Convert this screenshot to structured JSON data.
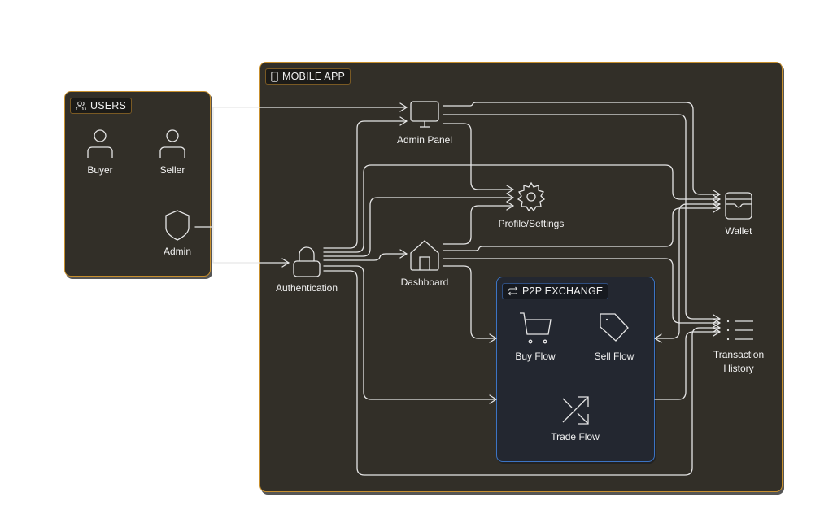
{
  "groups": {
    "users": {
      "label": "USERS",
      "icon": "users-icon"
    },
    "mobile_app": {
      "label": "MOBILE APP",
      "icon": "smartphone-icon"
    },
    "p2p_exchange": {
      "label": "P2P EXCHANGE",
      "icon": "repeat-icon"
    }
  },
  "nodes": {
    "buyer": {
      "label": "Buyer",
      "icon": "user-icon"
    },
    "seller": {
      "label": "Seller",
      "icon": "user-icon"
    },
    "admin": {
      "label": "Admin",
      "icon": "shield-icon"
    },
    "authentication": {
      "label": "Authentication",
      "icon": "lock-icon"
    },
    "admin_panel": {
      "label": "Admin Panel",
      "icon": "monitor-icon"
    },
    "profile_settings": {
      "label": "Profile/Settings",
      "icon": "gear-icon"
    },
    "dashboard": {
      "label": "Dashboard",
      "icon": "home-icon"
    },
    "wallet": {
      "label": "Wallet",
      "icon": "wallet-icon"
    },
    "transaction_history": {
      "label": "Transaction History",
      "line1": "Transaction",
      "line2": "History",
      "icon": "list-icon"
    },
    "buy_flow": {
      "label": "Buy Flow",
      "icon": "cart-icon"
    },
    "sell_flow": {
      "label": "Sell Flow",
      "icon": "tag-icon"
    },
    "trade_flow": {
      "label": "Trade Flow",
      "icon": "shuffle-icon"
    }
  },
  "edges": [
    {
      "from": "Admin",
      "to": "Admin Panel"
    },
    {
      "from": "Users",
      "to": "Authentication"
    },
    {
      "from": "Authentication",
      "to": "Admin Panel"
    },
    {
      "from": "Authentication",
      "to": "Profile/Settings"
    },
    {
      "from": "Authentication",
      "to": "Dashboard"
    },
    {
      "from": "Authentication",
      "to": "Wallet"
    },
    {
      "from": "Authentication",
      "to": "P2P Exchange"
    },
    {
      "from": "Authentication",
      "to": "Transaction History"
    },
    {
      "from": "Admin Panel",
      "to": "Profile/Settings"
    },
    {
      "from": "Admin Panel",
      "to": "Wallet"
    },
    {
      "from": "Admin Panel",
      "to": "Transaction History"
    },
    {
      "from": "Dashboard",
      "to": "Profile/Settings"
    },
    {
      "from": "Dashboard",
      "to": "Wallet"
    },
    {
      "from": "Dashboard",
      "to": "P2P Exchange"
    },
    {
      "from": "Dashboard",
      "to": "Transaction History"
    },
    {
      "from": "Wallet",
      "to": "P2P Exchange"
    },
    {
      "from": "P2P Exchange",
      "to": "Transaction History"
    }
  ],
  "colors": {
    "group_fill": "#322f28",
    "group_border": "#c8902e",
    "p2p_fill": "#232730",
    "p2p_border": "#3c74c4",
    "wire": "#e8e8e8",
    "text": "#f2f2f2"
  }
}
